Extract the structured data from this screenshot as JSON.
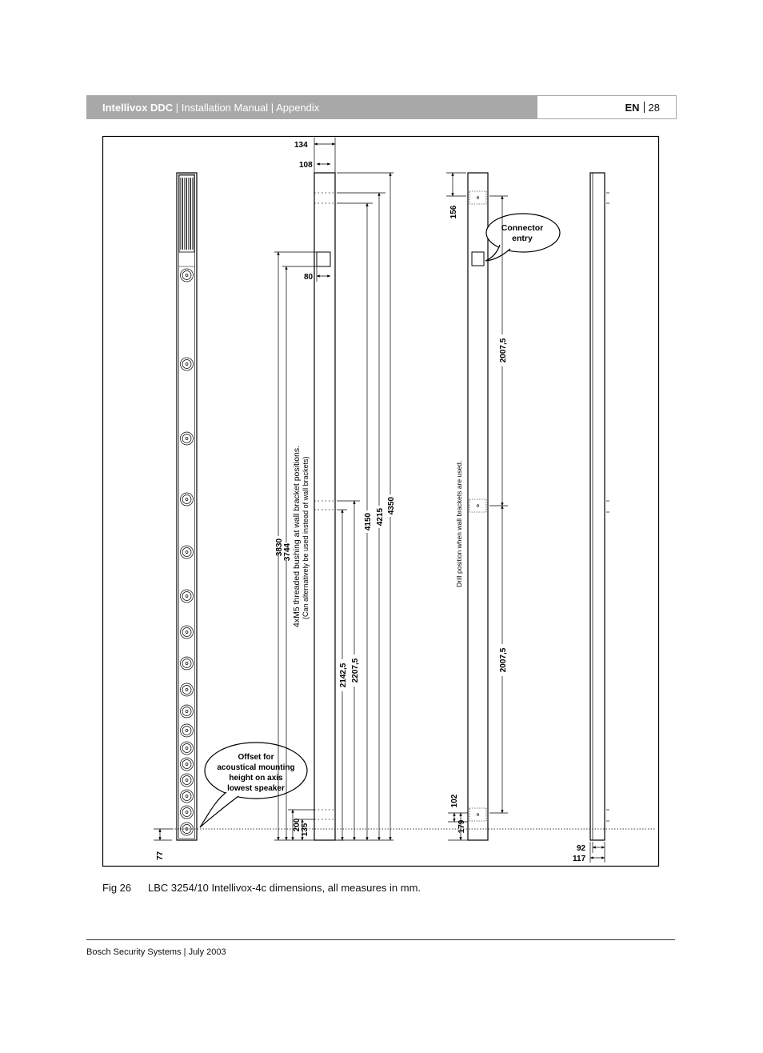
{
  "header": {
    "product": "Intellivox DDC",
    "sep1": "|",
    "doc": "Installation Manual",
    "sep2": "|",
    "section": "Appendix",
    "lang": "EN",
    "page": "28"
  },
  "drawing": {
    "dim_134": "134",
    "dim_108": "108",
    "dim_80": "80",
    "dim_3830": "3830",
    "dim_3744": "3744",
    "bushing_note": "4xM5 threaded bushing at wall bracket positions.",
    "bushing_subnote": "(Can alternatively be used instead of wall brackets)",
    "dim_4150": "4150",
    "dim_4215": "4215",
    "dim_4350": "4350",
    "dim_2142": "2142,5",
    "dim_2207": "2207,5",
    "dim_200": "200",
    "dim_135": "135",
    "dim_77": "77",
    "dim_156": "156",
    "connector_line1": "Connector",
    "connector_line2": "entry",
    "drill_note": "Drill position when wall brackets are used.",
    "dim_2007a": "2007,5",
    "dim_2007b": "2007,5",
    "dim_102": "102",
    "dim_179": "179",
    "dim_92": "92",
    "dim_117": "117",
    "offset_line1": "Offset for",
    "offset_line2": "acoustical mounting",
    "offset_line3": "height on axis",
    "offset_line4": "lowest speaker"
  },
  "caption": {
    "fig": "Fig 26",
    "text": "LBC 3254/10 Intellivox-4c dimensions, all measures in mm."
  },
  "footer": {
    "text": "Bosch Security Systems | July 2003"
  }
}
